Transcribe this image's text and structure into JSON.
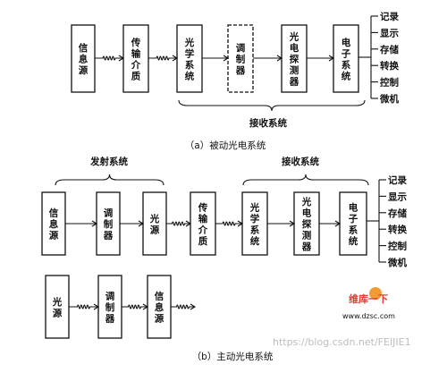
{
  "figure_a": {
    "blocks": [
      "信息源",
      "传输介质",
      "光学系统",
      "调制器",
      "光电探测器",
      "电子系统"
    ],
    "outputs": [
      "记录",
      "显示",
      "存储",
      "转换",
      "控制",
      "微机"
    ],
    "bracket_label": "接收系统",
    "caption": "（a）被动光电系统"
  },
  "figure_b": {
    "transmit_label": "发射系统",
    "receive_label": "接收系统",
    "blocks_top": [
      "信息源",
      "调制器",
      "光源",
      "传输介质",
      "光学系统",
      "光电探测器",
      "电子系统"
    ],
    "outputs": [
      "记录",
      "显示",
      "存储",
      "转换",
      "控制",
      "微机"
    ],
    "blocks_bottom": [
      "光源",
      "调制器",
      "信息源"
    ],
    "caption": "（b）主动光电系统"
  },
  "logo": {
    "top_text": "维库一下",
    "url": "www.dzsc.com"
  },
  "watermark": "https://blog.csdn.net/FEIJIE1"
}
